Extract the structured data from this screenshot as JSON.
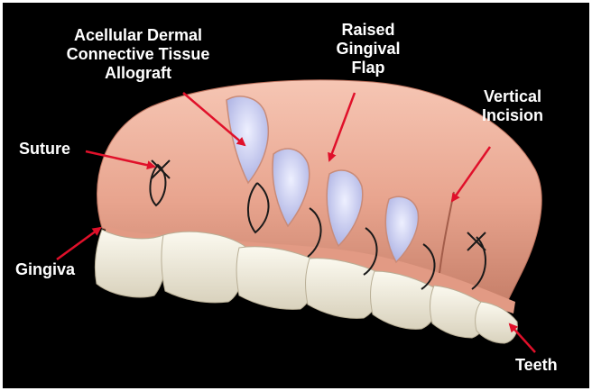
{
  "labels": {
    "allograft": {
      "line1": "Acellular Dermal",
      "line2": "Connective Tissue",
      "line3": "Allograft"
    },
    "raised_flap": {
      "line1": "Raised",
      "line2": "Gingival",
      "line3": "Flap"
    },
    "vertical_incision": {
      "line1": "Vertical",
      "line2": "Incision"
    },
    "suture": "Suture",
    "gingiva": "Gingiva",
    "teeth": "Teeth"
  },
  "colors": {
    "background": "#000000",
    "label_text": "#ffffff",
    "arrow": "#e0102a",
    "gingiva": "#e8a48e",
    "allograft": "#c9cdf0",
    "teeth": "#f3efe0",
    "suture": "#1a1a1a"
  }
}
